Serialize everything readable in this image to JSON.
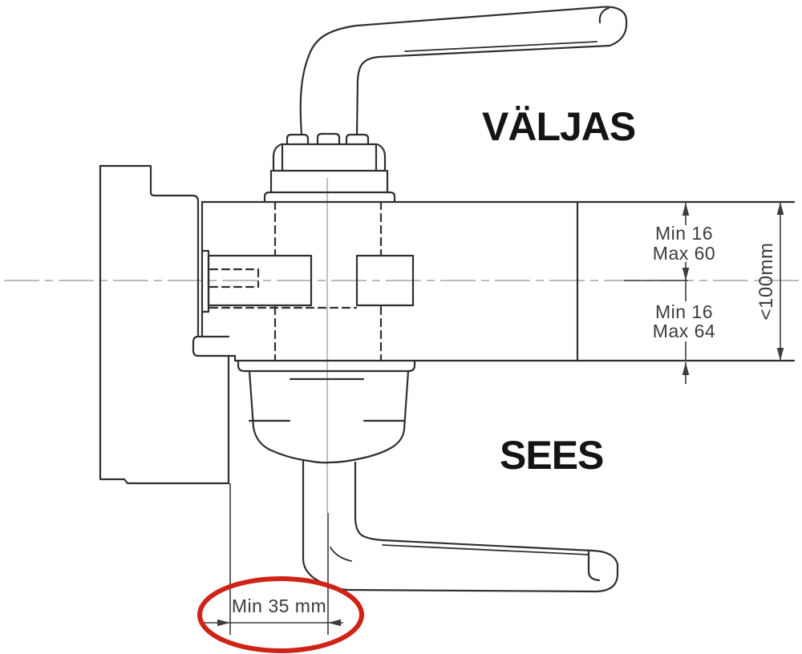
{
  "labels": {
    "outside": "VÄLJAS",
    "inside": "SEES"
  },
  "dimensions": {
    "upper_offset": {
      "line1": "Min 16",
      "line2": "Max 60"
    },
    "lower_offset": {
      "line1": "Min 16",
      "line2": "Max 64"
    },
    "overall_height": "<100mm",
    "handle_clearance": "Min 35 mm"
  },
  "colors": {
    "background": "#ffffff",
    "line": "#2f2f2f",
    "centerline": "#a6a6a6",
    "dimension": "#3c3c3c",
    "label_text": "#141414",
    "highlight": "#d02318"
  }
}
